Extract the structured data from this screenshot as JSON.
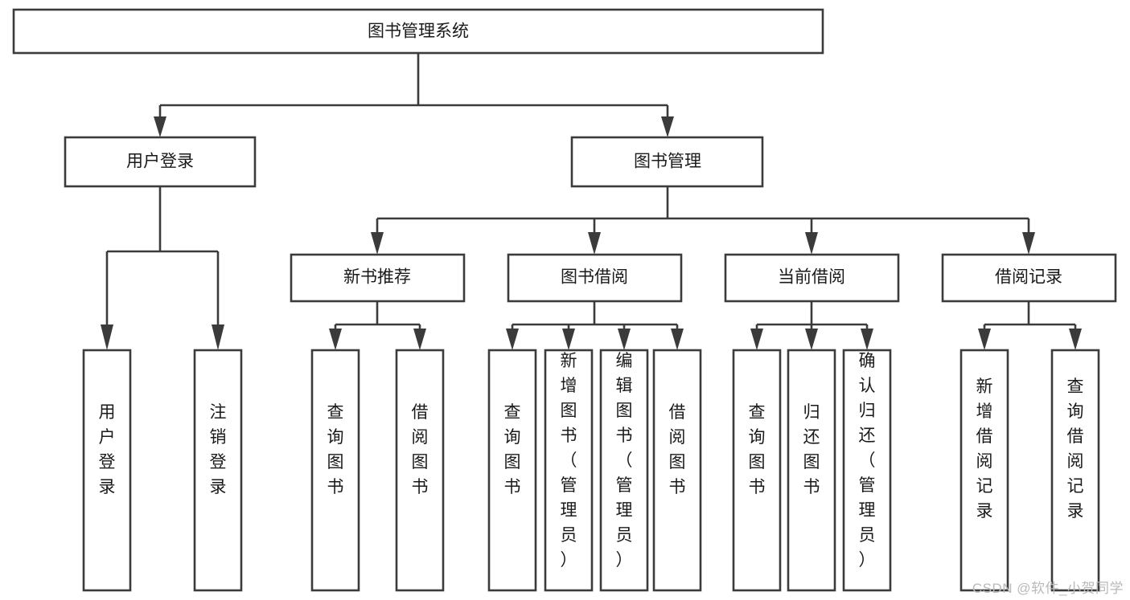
{
  "diagram": {
    "type": "tree",
    "title": "图书管理系统",
    "watermark": "CSDN @软件_小贺同学",
    "colors": {
      "stroke": "#3b3b3b",
      "fill": "#ffffff",
      "text": "#1a1a1a",
      "watermark": "#b9b9b9",
      "background": "#ffffff"
    },
    "nodes": {
      "root": {
        "label": "图书管理系统",
        "orientation": "horizontal"
      },
      "level2": [
        {
          "label": "用户登录",
          "orientation": "horizontal"
        },
        {
          "label": "图书管理",
          "orientation": "horizontal"
        }
      ],
      "level3": [
        {
          "label": "新书推荐",
          "orientation": "horizontal"
        },
        {
          "label": "图书借阅",
          "orientation": "horizontal"
        },
        {
          "label": "当前借阅",
          "orientation": "horizontal"
        },
        {
          "label": "借阅记录",
          "orientation": "horizontal"
        }
      ],
      "leaves_user_login": [
        {
          "label": "用户登录",
          "orientation": "vertical"
        },
        {
          "label": "注销登录",
          "orientation": "vertical"
        }
      ],
      "leaves_new_book": [
        {
          "label": "查询图书",
          "orientation": "vertical"
        },
        {
          "label": "借阅图书",
          "orientation": "vertical"
        }
      ],
      "leaves_borrow": [
        {
          "label": "查询图书",
          "orientation": "vertical"
        },
        {
          "label": "新增图书（管理员）",
          "orientation": "vertical"
        },
        {
          "label": "编辑图书（管理员）",
          "orientation": "vertical"
        },
        {
          "label": "借阅图书",
          "orientation": "vertical"
        }
      ],
      "leaves_current": [
        {
          "label": "查询图书",
          "orientation": "vertical"
        },
        {
          "label": "归还图书",
          "orientation": "vertical"
        },
        {
          "label": "确认归还（管理员）",
          "orientation": "vertical"
        }
      ],
      "leaves_record": [
        {
          "label": "新增借阅记录",
          "orientation": "vertical"
        },
        {
          "label": "查询借阅记录",
          "orientation": "vertical"
        }
      ]
    }
  }
}
